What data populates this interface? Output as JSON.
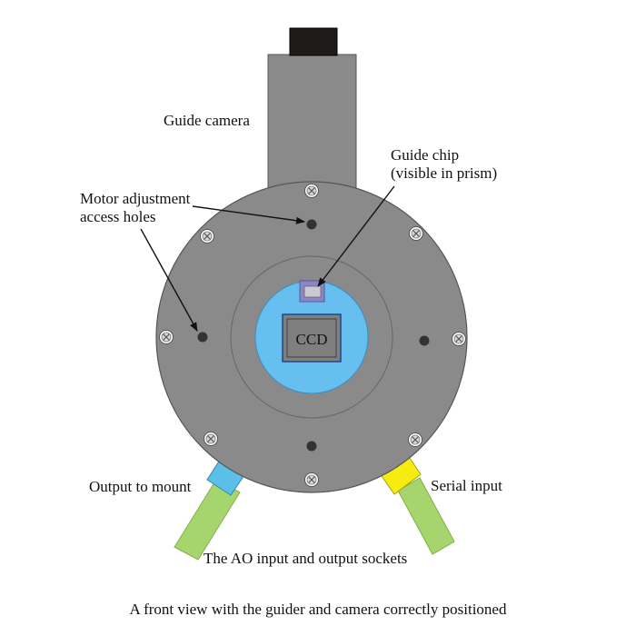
{
  "labels": {
    "guide_camera": "Guide camera",
    "guide_chip": [
      "Guide chip",
      "(visible in prism)"
    ],
    "motor_holes": [
      "Motor adjustment",
      "access holes"
    ],
    "ccd": "CCD",
    "output_mount": "Output to mount",
    "serial_input": "Serial input",
    "sockets": "The AO input and output sockets",
    "caption": "A front view with the guider and camera correctly positioned"
  },
  "colors": {
    "body_gray": "#8a8a8a",
    "camera_top": "#1e1a17",
    "prism_blue": "#66bfef",
    "socket_blue": "#5bbfe8",
    "socket_yellow": "#f5ec12",
    "cable_green": "#a6d56e",
    "chip_purple": "#8a86c8"
  }
}
